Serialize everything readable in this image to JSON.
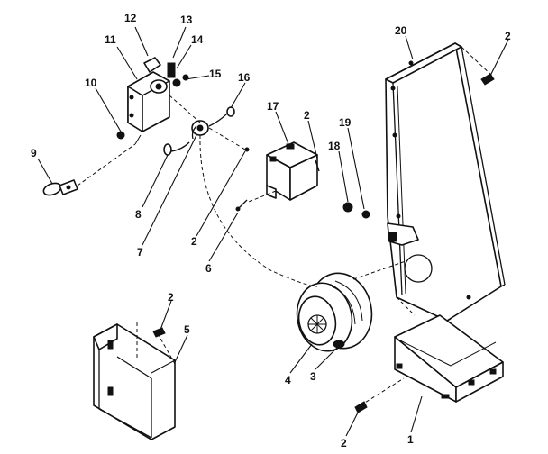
{
  "callouts": [
    {
      "id": "c12",
      "label": "12"
    },
    {
      "id": "c13",
      "label": "13"
    },
    {
      "id": "c11",
      "label": "11"
    },
    {
      "id": "c14",
      "label": "14"
    },
    {
      "id": "c15",
      "label": "15"
    },
    {
      "id": "c10",
      "label": "10"
    },
    {
      "id": "c16",
      "label": "16"
    },
    {
      "id": "c17",
      "label": "17"
    },
    {
      "id": "c2a",
      "label": "2"
    },
    {
      "id": "c9",
      "label": "9"
    },
    {
      "id": "c8",
      "label": "8"
    },
    {
      "id": "c7",
      "label": "7"
    },
    {
      "id": "c2b",
      "label": "2"
    },
    {
      "id": "c6",
      "label": "6"
    },
    {
      "id": "c18",
      "label": "18"
    },
    {
      "id": "c19",
      "label": "19"
    },
    {
      "id": "c20",
      "label": "20"
    },
    {
      "id": "c2c",
      "label": "2"
    },
    {
      "id": "c2d",
      "label": "2"
    },
    {
      "id": "c5",
      "label": "5"
    },
    {
      "id": "c4",
      "label": "4"
    },
    {
      "id": "c3",
      "label": "3"
    },
    {
      "id": "c2e",
      "label": "2"
    },
    {
      "id": "c1",
      "label": "1"
    }
  ]
}
